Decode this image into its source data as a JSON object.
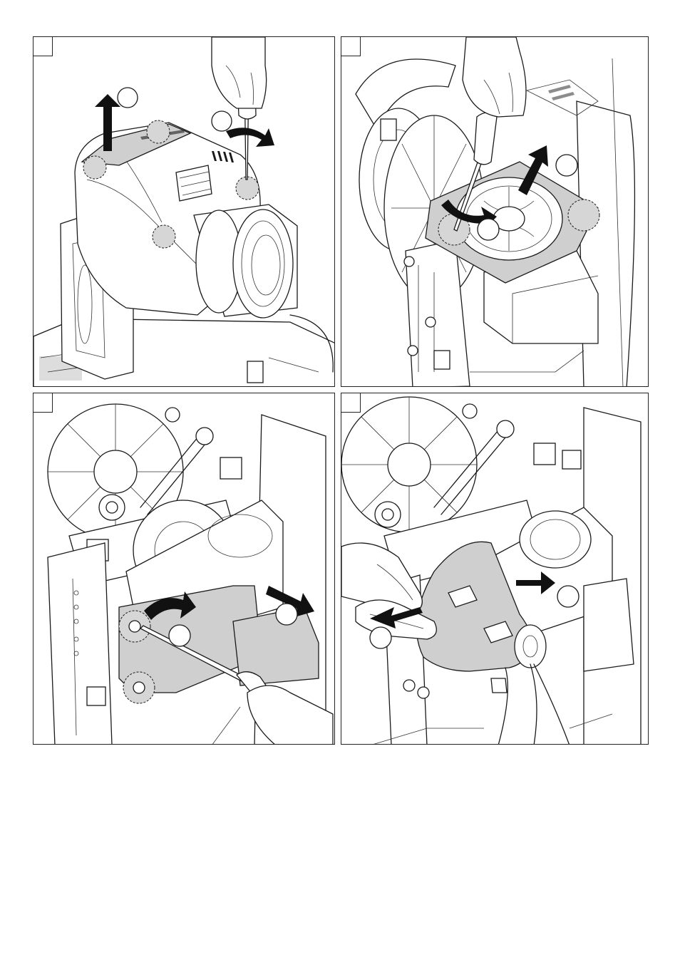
{
  "page": {
    "steps": [
      {
        "id": "step-1",
        "label": "",
        "callouts": [
          "",
          ""
        ]
      },
      {
        "id": "step-2",
        "label": "",
        "callouts": [
          "",
          ""
        ]
      },
      {
        "id": "step-3",
        "label": "",
        "callouts": [
          "",
          ""
        ]
      },
      {
        "id": "step-4",
        "label": "",
        "callouts": [
          "",
          ""
        ]
      }
    ],
    "colors": {
      "line": "#1a1a1a",
      "shade": "#cfcfcf",
      "highlight": "#d6d6d6",
      "background": "#ffffff"
    },
    "icons": [
      "screwdriver-icon",
      "hand-icon",
      "curved-arrow-icon",
      "straight-arrow-icon",
      "lamp-icon",
      "fan-icon"
    ]
  }
}
